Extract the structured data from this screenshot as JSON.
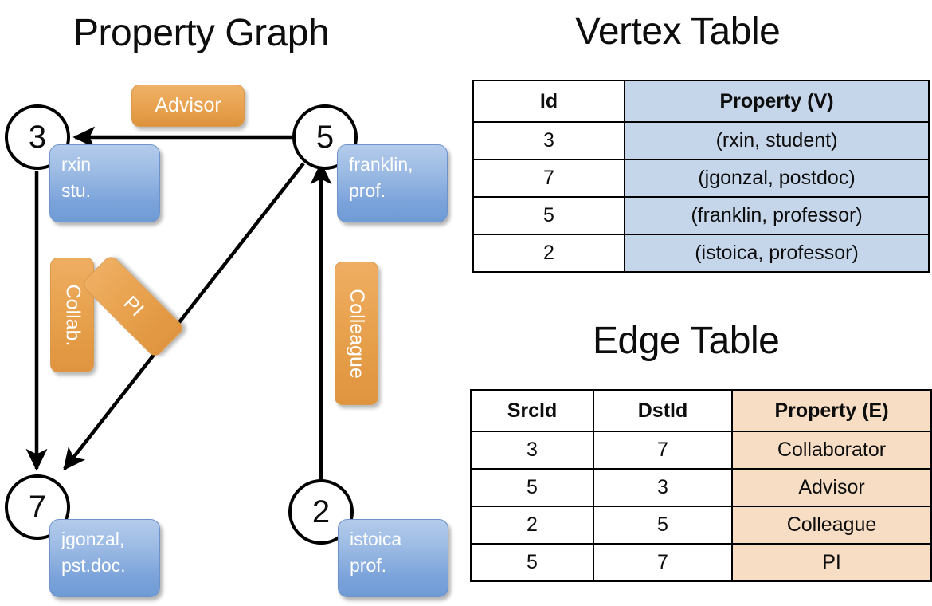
{
  "titles": {
    "property_graph": "Property Graph",
    "vertex_table": "Vertex Table",
    "edge_table": "Edge Table"
  },
  "graph": {
    "nodes": [
      {
        "id": "3",
        "property_text": "rxin\nstu."
      },
      {
        "id": "5",
        "property_text": "franklin,\nprof."
      },
      {
        "id": "7",
        "property_text": "jgonzal,\npst.doc."
      },
      {
        "id": "2",
        "property_text": "istoica\nprof."
      }
    ],
    "edge_labels": {
      "advisor": "Advisor",
      "collab": "Collab.",
      "pi": "PI",
      "colleague": "Colleague"
    },
    "edges": [
      {
        "from": "5",
        "to": "3",
        "label": "Advisor"
      },
      {
        "from": "3",
        "to": "7",
        "label": "Collab."
      },
      {
        "from": "5",
        "to": "7",
        "label": "PI"
      },
      {
        "from": "2",
        "to": "5",
        "label": "Colleague"
      }
    ]
  },
  "vertex_table": {
    "headers": [
      "Id",
      "Property (V)"
    ],
    "rows": [
      {
        "id": "3",
        "property": "(rxin, student)"
      },
      {
        "id": "7",
        "property": "(jgonzal, postdoc)"
      },
      {
        "id": "5",
        "property": "(franklin, professor)"
      },
      {
        "id": "2",
        "property": "(istoica, professor)"
      }
    ]
  },
  "edge_table": {
    "headers": [
      "SrcId",
      "DstId",
      "Property (E)"
    ],
    "rows": [
      {
        "src": "3",
        "dst": "7",
        "property": "Collaborator"
      },
      {
        "src": "5",
        "dst": "3",
        "property": "Advisor"
      },
      {
        "src": "2",
        "dst": "5",
        "property": "Colleague"
      },
      {
        "src": "5",
        "dst": "7",
        "property": "PI"
      }
    ]
  },
  "colors": {
    "vertex_bubble": "#7ba3da",
    "vertex_cell": "#c5d5ea",
    "edge_tag": "#e4a055",
    "edge_cell": "#f6ddc3",
    "stroke": "#000000"
  }
}
